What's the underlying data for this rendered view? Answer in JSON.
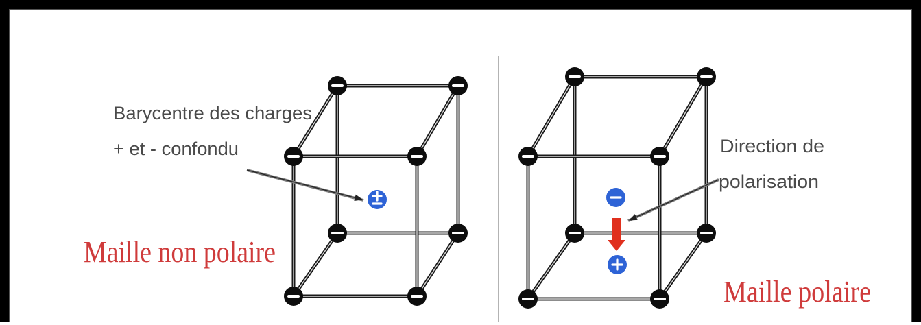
{
  "left_panel": {
    "annotation_line1": "Barycentre des charges",
    "annotation_line2": "+ et - confondu",
    "title": "Maille non polaire"
  },
  "right_panel": {
    "annotation_line1": "Direction de",
    "annotation_line2": "polarisation",
    "title": "Maille polaire"
  },
  "colors": {
    "anion": "#0d0d0d",
    "cation": "#2e63d6",
    "title": "#cf3b3b",
    "polarisation_arrow": "#e0301e"
  }
}
